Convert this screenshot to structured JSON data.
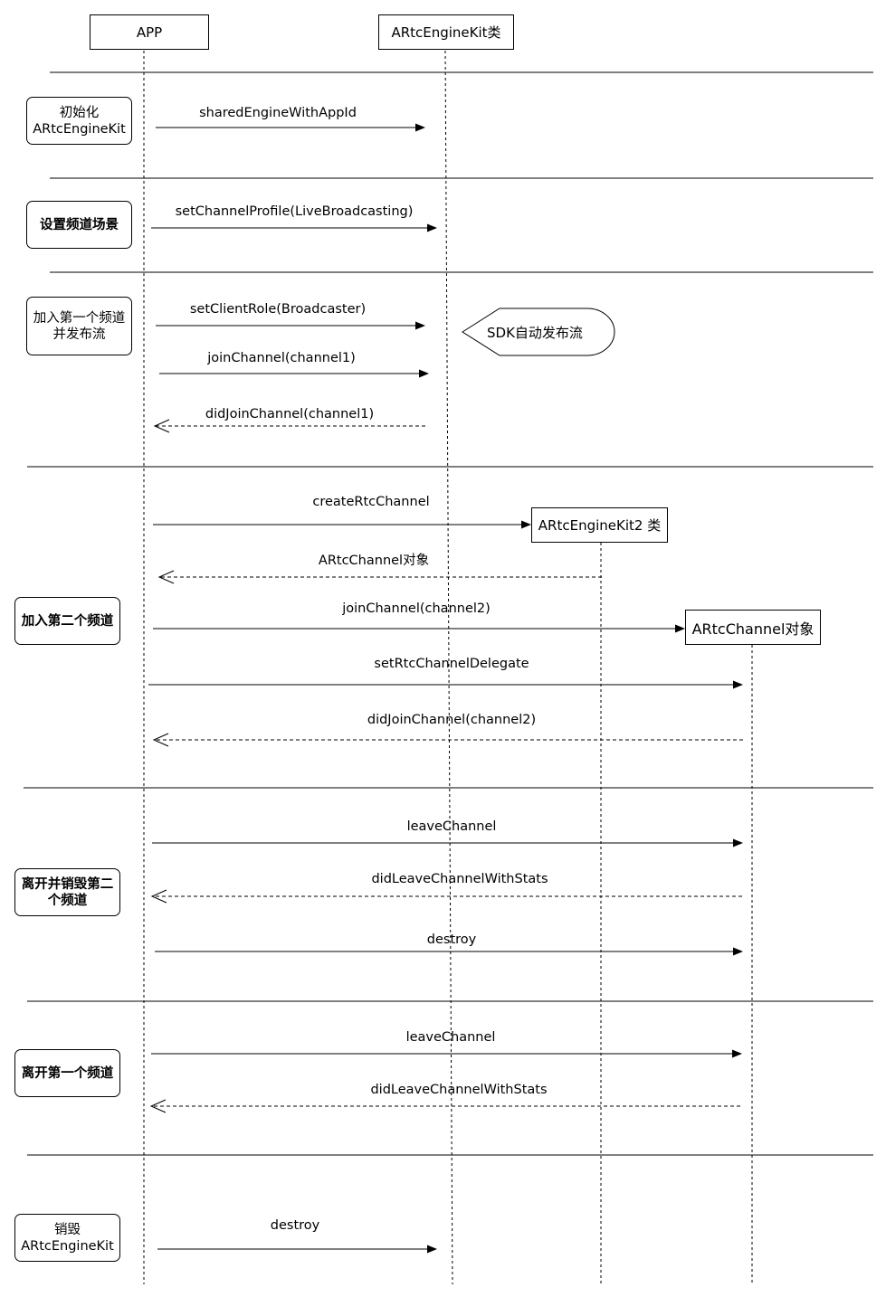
{
  "participants": {
    "app": "APP",
    "engine": "ARtcEngineKit类",
    "engine2": "ARtcEngineKit2 类",
    "channel_obj": "ARtcChannel对象"
  },
  "steps": [
    {
      "label": "初始化\nARtcEngineKit"
    },
    {
      "label": "设置频道场景"
    },
    {
      "label": "加入第一个频道\n并发布流"
    },
    {
      "label": "加入第二个频道"
    },
    {
      "label": "离开并销毁第二\n个频道"
    },
    {
      "label": "离开第一个频道"
    },
    {
      "label": "销毁\nARtcEngineKit"
    }
  ],
  "messages": [
    {
      "label": "sharedEngineWithAppId",
      "kind": "call"
    },
    {
      "label": "setChannelProfile(LiveBroadcasting)",
      "kind": "call"
    },
    {
      "label": "setClientRole(Broadcaster)",
      "kind": "call"
    },
    {
      "label": "joinChannel(channel1)",
      "kind": "call"
    },
    {
      "label": "didJoinChannel(channel1)",
      "kind": "return"
    },
    {
      "label": "createRtcChannel",
      "kind": "create"
    },
    {
      "label": "ARtcChannel对象",
      "kind": "return"
    },
    {
      "label": "joinChannel(channel2)",
      "kind": "create"
    },
    {
      "label": "setRtcChannelDelegate",
      "kind": "call"
    },
    {
      "label": "didJoinChannel(channel2)",
      "kind": "return"
    },
    {
      "label": "leaveChannel",
      "kind": "call"
    },
    {
      "label": "didLeaveChannelWithStats",
      "kind": "return"
    },
    {
      "label": "destroy",
      "kind": "call"
    },
    {
      "label": "leaveChannel",
      "kind": "call"
    },
    {
      "label": "didLeaveChannelWithStats",
      "kind": "return"
    },
    {
      "label": "destroy",
      "kind": "call"
    }
  ],
  "note": {
    "label": "SDK自动发布流"
  }
}
